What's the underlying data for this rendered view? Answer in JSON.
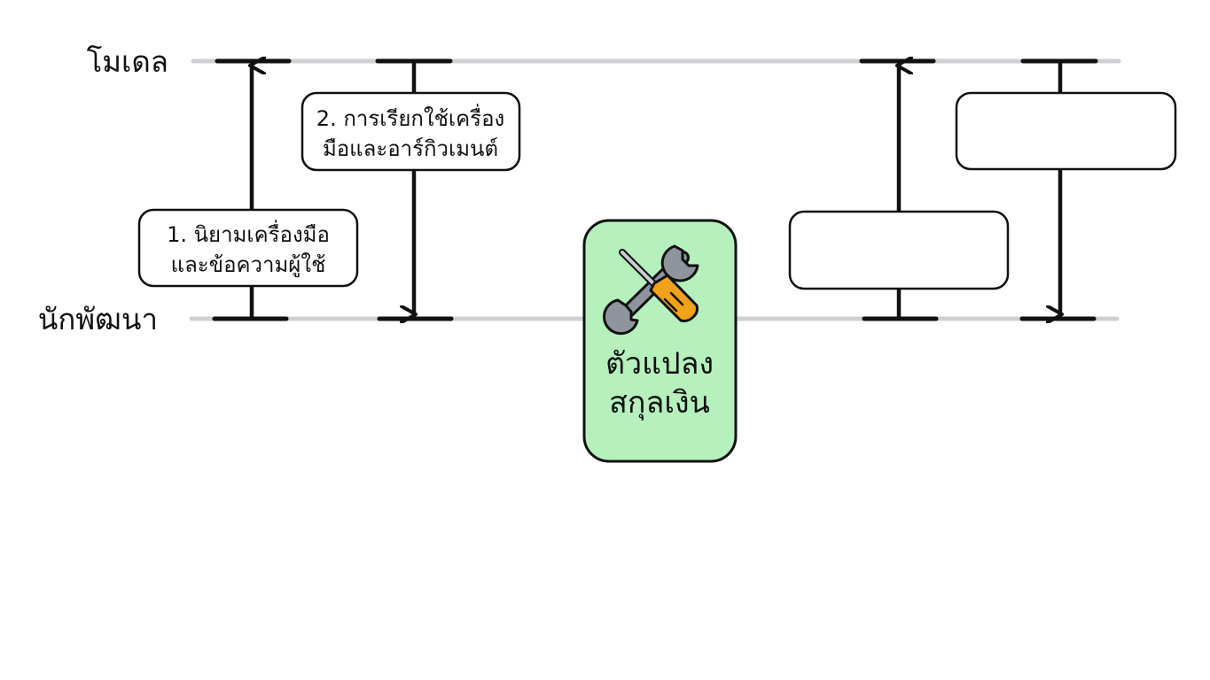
{
  "lanes": {
    "model_label": "โมเดล",
    "developer_label": "นักพัฒนา"
  },
  "steps": {
    "step1": {
      "line1": "1. นิยามเครื่องมือ",
      "line2": "และข้อความผู้ใช้"
    },
    "step2": {
      "line1": "2. การเรียกใช้เครื่อง",
      "line2": "มือและอาร์กิวเมนต์"
    },
    "step3": {
      "line1": "",
      "line2": ""
    },
    "step4": {
      "line1": "",
      "line2": ""
    }
  },
  "tool_card": {
    "icon": "wrench-screwdriver-icon",
    "line1": "ตัวแปลง",
    "line2": "สกุลเงิน",
    "color": "#b5f0bd"
  },
  "colors": {
    "lane_line": "#cfd0d4",
    "ink": "#111111",
    "tool_card_fill": "#b5f0bd",
    "screwdriver_handle": "#f2a21a",
    "wrench": "#8e959d"
  }
}
